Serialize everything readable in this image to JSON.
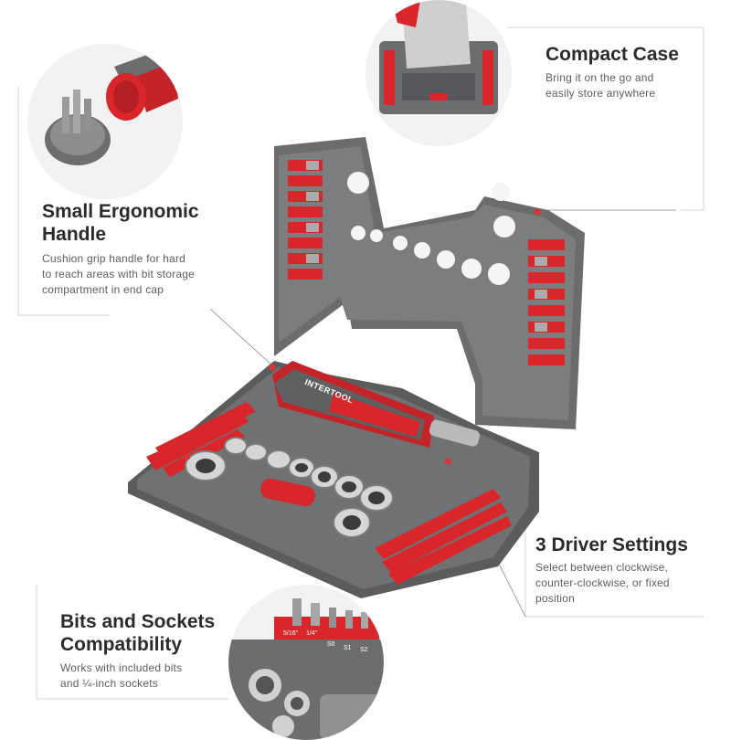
{
  "features": [
    {
      "id": "compact-case",
      "title": "Compact Case",
      "desc": [
        "Bring it on the go and",
        "easily store anywhere"
      ]
    },
    {
      "id": "handle",
      "title": [
        "Small Ergonomic",
        "Handle"
      ],
      "desc": [
        "Cushion grip handle for hard",
        "to reach areas with bit storage",
        "compartment in end cap"
      ]
    },
    {
      "id": "driver-settings",
      "title": "3 Driver Settings",
      "desc": [
        "Select between clockwise,",
        "counter-clockwise, or fixed",
        "position"
      ]
    },
    {
      "id": "bits-sockets",
      "title": [
        "Bits and Sockets",
        "Compatibility"
      ],
      "desc": [
        "Works with included bits",
        "and ¼-inch sockets"
      ]
    }
  ],
  "product": {
    "brand": "INTERTOOL"
  },
  "socket_labels": [
    "5/16\"",
    "1/4\"",
    "S0",
    "S1",
    "S2"
  ],
  "colors": {
    "accent_red": "#d8262b",
    "case_gray": "#5f6163",
    "text_dark": "#2b2b2b",
    "text_muted": "#5d5d5d"
  }
}
